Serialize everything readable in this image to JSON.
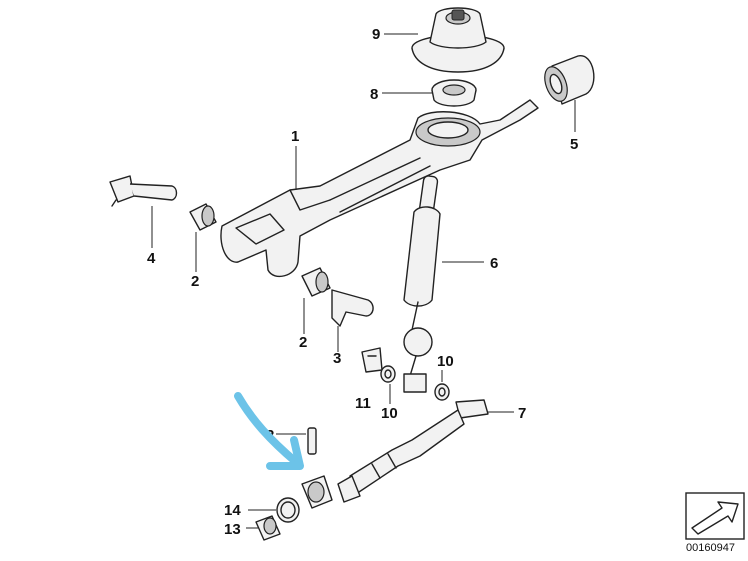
{
  "diagram": {
    "callouts": [
      "1",
      "2",
      "2",
      "2",
      "3",
      "4",
      "5",
      "6",
      "7",
      "8",
      "9",
      "10",
      "10",
      "11",
      "13",
      "14"
    ],
    "part_code": "00160947",
    "annotation_arrow_color": "#6cc3e8"
  }
}
